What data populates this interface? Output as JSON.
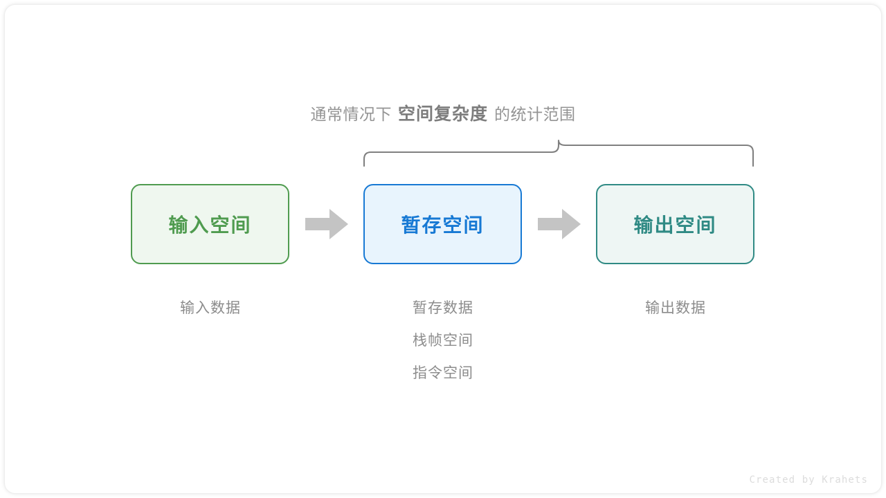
{
  "diagram": {
    "caption": {
      "prefix": "通常情况下",
      "emphasis": "空间复杂度",
      "suffix": "的统计范围"
    },
    "brace": {
      "name": "curly-brace",
      "color": "#808080",
      "spans_boxes": [
        "暂存空间",
        "输出空间"
      ]
    },
    "boxes": [
      {
        "key": "input",
        "title": "输入空间",
        "border_color": "#4f9b4f",
        "fill_color": "#eff7ef",
        "text_color": "#4f9b4f",
        "labels": [
          "输入数据"
        ]
      },
      {
        "key": "temp",
        "title": "暂存空间",
        "border_color": "#1779d4",
        "fill_color": "#e8f4fd",
        "text_color": "#1779d4",
        "labels": [
          "暂存数据",
          "栈帧空间",
          "指令空间"
        ]
      },
      {
        "key": "output",
        "title": "输出空间",
        "border_color": "#2f8a84",
        "fill_color": "#eef6f4",
        "text_color": "#2f8a84",
        "labels": [
          "输出数据"
        ]
      }
    ],
    "arrows": [
      {
        "key": "arrow-input-to-temp",
        "icon": "right-arrow-icon",
        "color": "#c4c4c4"
      },
      {
        "key": "arrow-temp-to-output",
        "icon": "right-arrow-icon",
        "color": "#c4c4c4"
      }
    ],
    "watermark": "Created by Krahets"
  }
}
